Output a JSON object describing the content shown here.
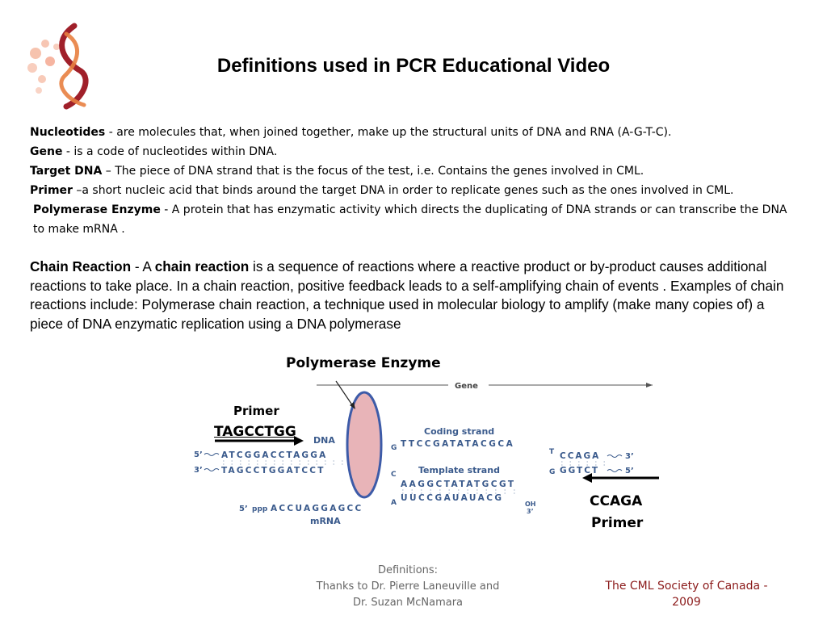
{
  "title": "Definitions used in PCR Educational Video",
  "definitions": {
    "nucleotides_term": "Nucleotides",
    "nucleotides_text": " - are molecules  that, when joined together, make up the structural units of DNA and RNA (A-G-T-C).",
    "gene_term": "Gene",
    "gene_text": " - is a code of nucleotides within DNA.",
    "target_term": "Target DNA",
    "target_text": " – The piece of DNA strand that is the focus of the test, i.e. Contains the genes involved in CML.",
    "primer_term": "Primer",
    "primer_text": " –a short nucleic acid that binds around the target DNA in order to replicate genes such as the ones involved in CML.",
    "polymerase_term": "Polymerase Enzyme",
    "polymerase_text": " - A protein that has enzymatic activity which directs the  duplicating of DNA strands or can transcribe the DNA to make mRNA ."
  },
  "chain": {
    "term": "Chain Reaction",
    "text1": " - A ",
    "term2": "chain reaction",
    "text2": " is a sequence of reactions where a reactive product or by-product causes additional reactions to take place. In a chain reaction, positive feedback   leads to a self-amplifying chain of events  . Examples of chain reactions include: Polymerase chain reaction, a technique used in molecular biology   to amplify (make many copies of) a piece of DNA enzymatic   replication   using a DNA polymerase"
  },
  "diagram": {
    "polymerase_label": "Polymerase Enzyme",
    "primer_left_label": "Primer",
    "primer_left_seq": "TAGCCTGG",
    "primer_right_seq": "CCAGA",
    "primer_right_label": "Primer",
    "gene_label": "Gene",
    "dna_label": "DNA",
    "coding_strand_label": "Coding strand",
    "template_strand_label": "Template strand",
    "mrna_label": "mRNA",
    "strand_top_5": "5’",
    "strand_top_seq": "ATCGGACCTAGGA",
    "strand_bottom_3": "3’",
    "strand_bottom_seq": "TAGCCTGGATCCT",
    "coding_seq": "TTCCGATATACGCA",
    "template_seq": "AAGGCTATATGCGT",
    "rna_seq": "UUCCGAUAUACG",
    "right_top_seq": "CCAGA",
    "right_top_end": "3’",
    "right_bottom_seq": "GGTCT",
    "right_bottom_end": "5’",
    "mrna_5": "5’",
    "mrna_ppp": "ppp",
    "mrna_seq": "ACCUAGGAGCC",
    "oh_label": "OH",
    "oh_3": "3’",
    "g_top": "G",
    "c_bottom": "C",
    "t_top": "T",
    "g_bottom": "G",
    "a_mid": "A"
  },
  "footer": {
    "left_line1": "Definitions:",
    "left_line2": "Thanks to Dr. Pierre Laneuville and",
    "left_line3": "Dr. Suzan McNamara",
    "right_line1": "The CML Society of Canada -",
    "right_line2": "2009"
  },
  "colors": {
    "footer_right": "#8b1a1a",
    "footer_left": "#666666",
    "diagram_blue": "#3a5a8c",
    "enzyme_fill": "#e8b4b8",
    "enzyme_stroke": "#3d5ba8",
    "logo_red": "#a0202a",
    "logo_orange": "#e88040"
  }
}
